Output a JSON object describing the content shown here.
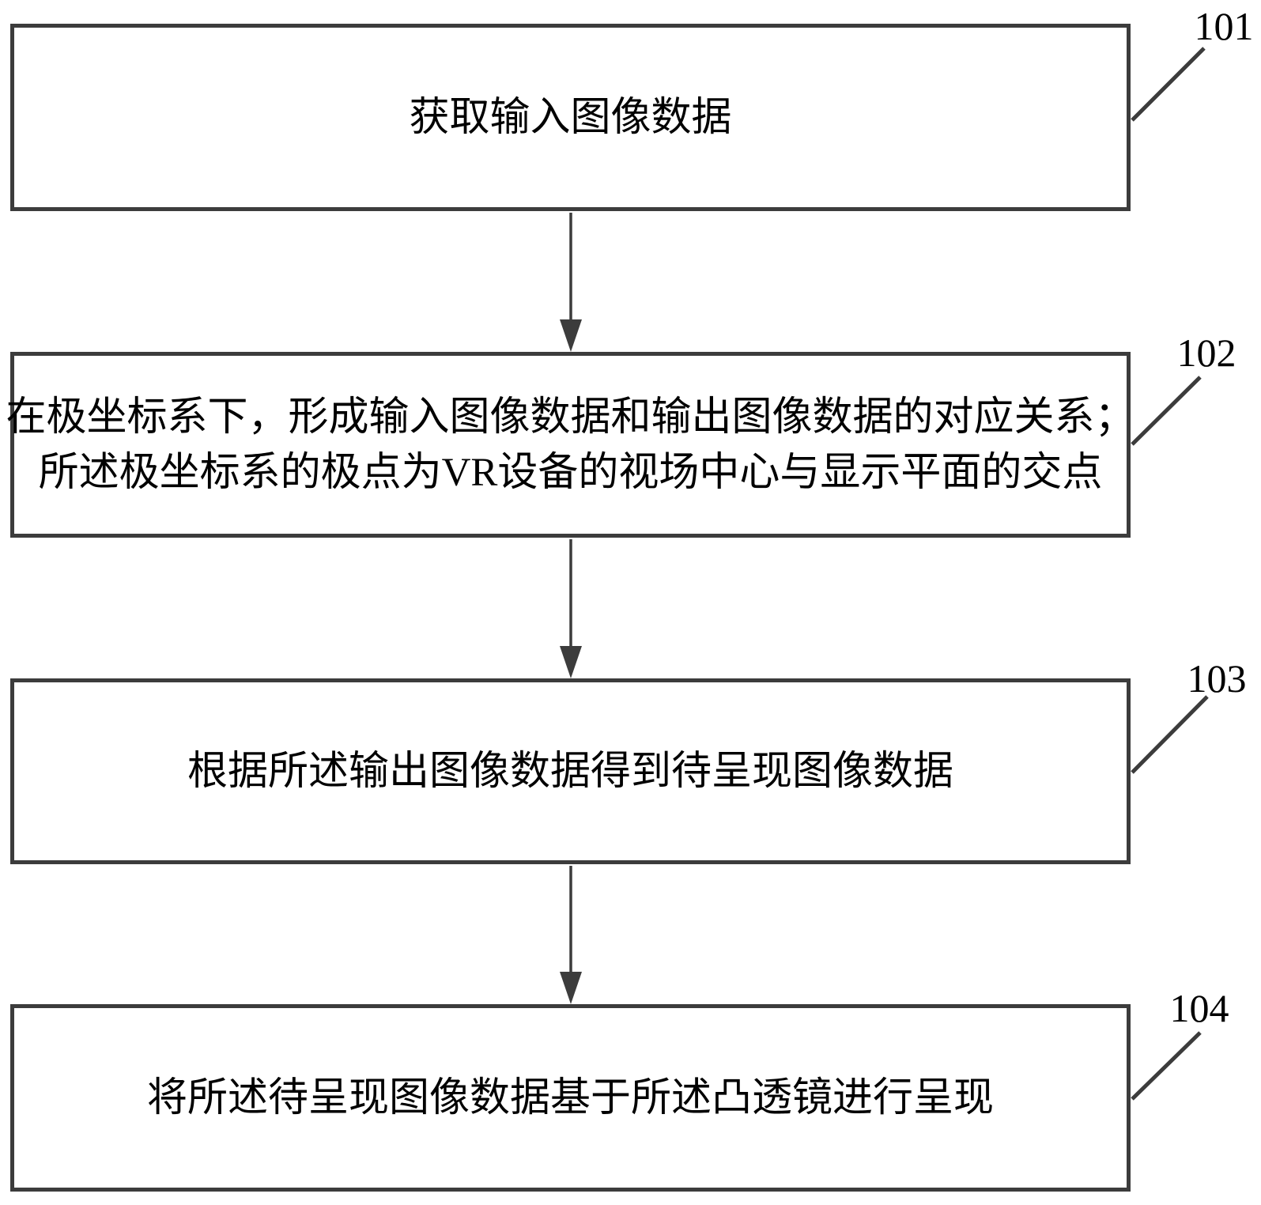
{
  "figure": {
    "type": "flowchart",
    "colors": {
      "line": "#3c3c3c",
      "text": "#000000",
      "background": "#ffffff"
    },
    "steps": [
      {
        "label": "101",
        "lines": [
          "获取输入图像数据"
        ]
      },
      {
        "label": "102",
        "lines": [
          "在极坐标系下，形成输入图像数据和输出图像数据的对应关系；",
          "所述极坐标系的极点为VR设备的视场中心与显示平面的交点"
        ]
      },
      {
        "label": "103",
        "lines": [
          "根据所述输出图像数据得到待呈现图像数据"
        ]
      },
      {
        "label": "104",
        "lines": [
          "将所述待呈现图像数据基于所述凸透镜进行呈现"
        ]
      }
    ]
  }
}
